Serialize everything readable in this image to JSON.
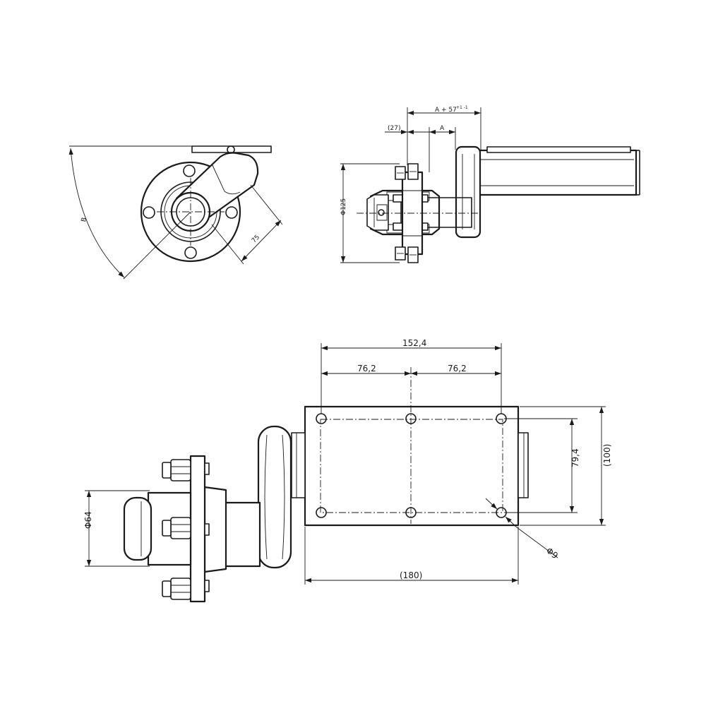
{
  "dimensions": {
    "angle_label": "B",
    "offset_75": "75",
    "dia_125": "Φ125",
    "a_plus_57": "A + 57",
    "a_plus_57_tol": "+1 -1",
    "ref_27": "(27)",
    "a": "A",
    "width_152": "152,4",
    "half_left": "76,2",
    "half_right": "76,2",
    "height_79": "79,4",
    "height_100": "(100)",
    "hole_dia": "Φ9",
    "length_180": "(180)",
    "dia_64": "Φ64"
  },
  "colors": {
    "line": "#1a1a1a",
    "background": "#ffffff"
  }
}
